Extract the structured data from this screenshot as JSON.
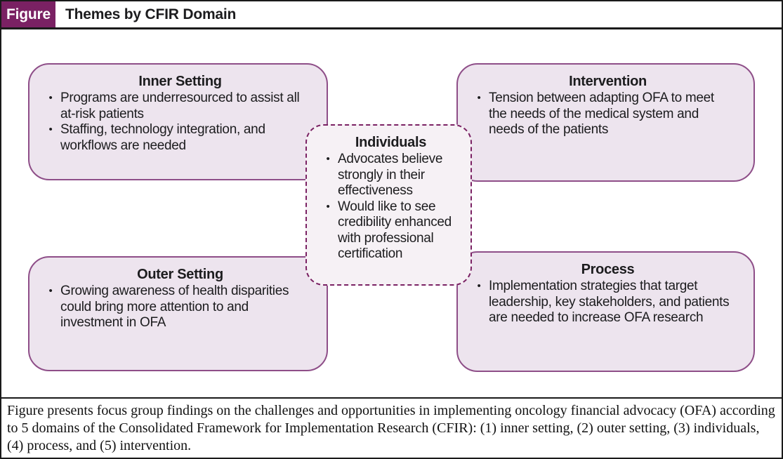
{
  "header": {
    "figure_label": "Figure",
    "title": "Themes by CFIR Domain"
  },
  "boxes": {
    "inner_setting": {
      "title": "Inner Setting",
      "bullets": [
        "Programs are underresourced to assist all at-risk patients",
        "Staffing, technology integration, and workflows are needed"
      ]
    },
    "intervention": {
      "title": "Intervention",
      "bullets": [
        "Tension between adapting OFA to meet the needs of the medical system and needs of the patients"
      ]
    },
    "individuals": {
      "title": "Individuals",
      "bullets": [
        "Advocates believe strongly in their effectiveness",
        "Would like to see credibility enhanced with professional certification"
      ]
    },
    "outer_setting": {
      "title": "Outer Setting",
      "bullets": [
        "Growing awareness of health disparities could bring more attention to and investment in OFA"
      ]
    },
    "process": {
      "title": "Process",
      "bullets": [
        "Implementation strategies that target leadership, key stakeholders, and patients are needed to increase OFA research"
      ]
    }
  },
  "caption": {
    "text": "Figure presents focus group findings on the challenges and opportunities in implementing oncology financial advocacy (OFA) according to 5 domains of the Consolidated Framework for Implementation Research (CFIR): (1) inner setting, (2) outer setting, (3) individuals, (4) process, and (5) intervention."
  },
  "colors": {
    "figure_label_bg": "#7a2163",
    "frame_border": "#1a1a1a",
    "box_fill": "#ede4ee",
    "box_border": "#8e4e88",
    "center_box_fill": "#f6f1f5",
    "center_box_border": "#7a2163"
  }
}
